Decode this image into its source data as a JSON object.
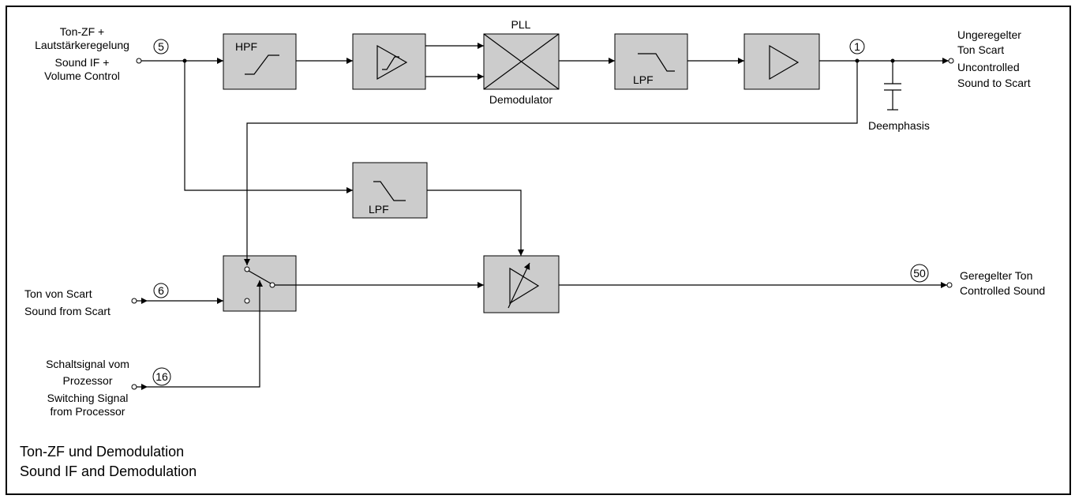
{
  "inputs": {
    "sound_if": [
      "Ton-ZF +",
      "Lautstärkeregelung",
      "Sound IF +",
      "Volume Control"
    ],
    "scart_in": [
      "Ton von Scart",
      "Sound from Scart"
    ],
    "switching": [
      "Schaltsignal vom",
      "Prozessor",
      "Switching Signal",
      "from Processor"
    ]
  },
  "outputs": {
    "uncontrolled": [
      "Ungeregelter",
      "Ton Scart",
      "Uncontrolled",
      "Sound to Scart"
    ],
    "controlled": [
      "Geregelter Ton",
      "Controlled Sound"
    ]
  },
  "pins": {
    "p5": "5",
    "p1": "1",
    "p6": "6",
    "p16": "16",
    "p50": "50"
  },
  "blocks": {
    "hpf": "HPF",
    "pll_top": "PLL",
    "pll_bottom": "Demodulator",
    "lpf1": "LPF",
    "lpf2": "LPF"
  },
  "deemphasis": "Deemphasis",
  "caption": [
    "Ton-ZF und Demodulation",
    "Sound IF and Demodulation"
  ]
}
